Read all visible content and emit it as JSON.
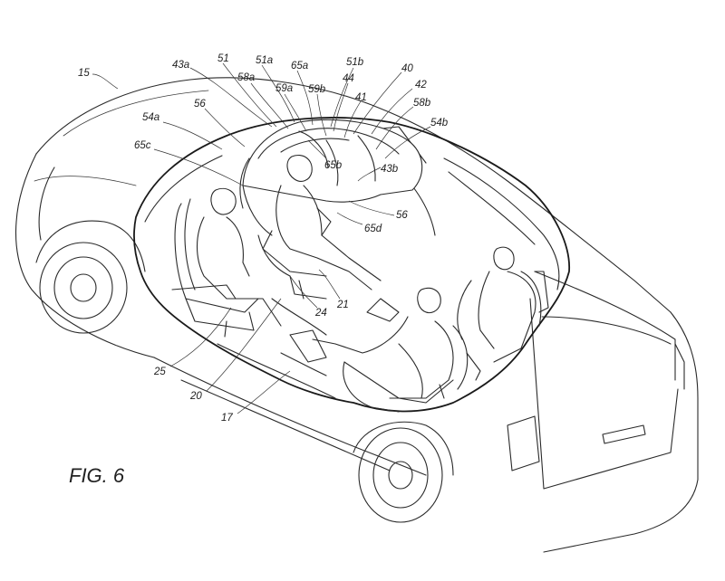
{
  "figure": {
    "caption": "FIG. 6",
    "labels": [
      {
        "id": "15",
        "text": "15"
      },
      {
        "id": "43a",
        "text": "43a"
      },
      {
        "id": "51",
        "text": "51"
      },
      {
        "id": "51a",
        "text": "51a"
      },
      {
        "id": "65a",
        "text": "65a"
      },
      {
        "id": "51b",
        "text": "51b"
      },
      {
        "id": "40",
        "text": "40"
      },
      {
        "id": "58a",
        "text": "58a"
      },
      {
        "id": "59a",
        "text": "59a"
      },
      {
        "id": "59b",
        "text": "59b"
      },
      {
        "id": "44",
        "text": "44"
      },
      {
        "id": "42",
        "text": "42"
      },
      {
        "id": "41",
        "text": "41"
      },
      {
        "id": "58b",
        "text": "58b"
      },
      {
        "id": "56a",
        "text": "56"
      },
      {
        "id": "54a",
        "text": "54a"
      },
      {
        "id": "54b",
        "text": "54b"
      },
      {
        "id": "65c",
        "text": "65c"
      },
      {
        "id": "65b",
        "text": "65b"
      },
      {
        "id": "43b",
        "text": "43b"
      },
      {
        "id": "56b",
        "text": "56"
      },
      {
        "id": "65d",
        "text": "65d"
      },
      {
        "id": "21",
        "text": "21"
      },
      {
        "id": "24",
        "text": "24"
      },
      {
        "id": "25",
        "text": "25"
      },
      {
        "id": "20",
        "text": "20"
      },
      {
        "id": "17",
        "text": "17"
      }
    ]
  }
}
